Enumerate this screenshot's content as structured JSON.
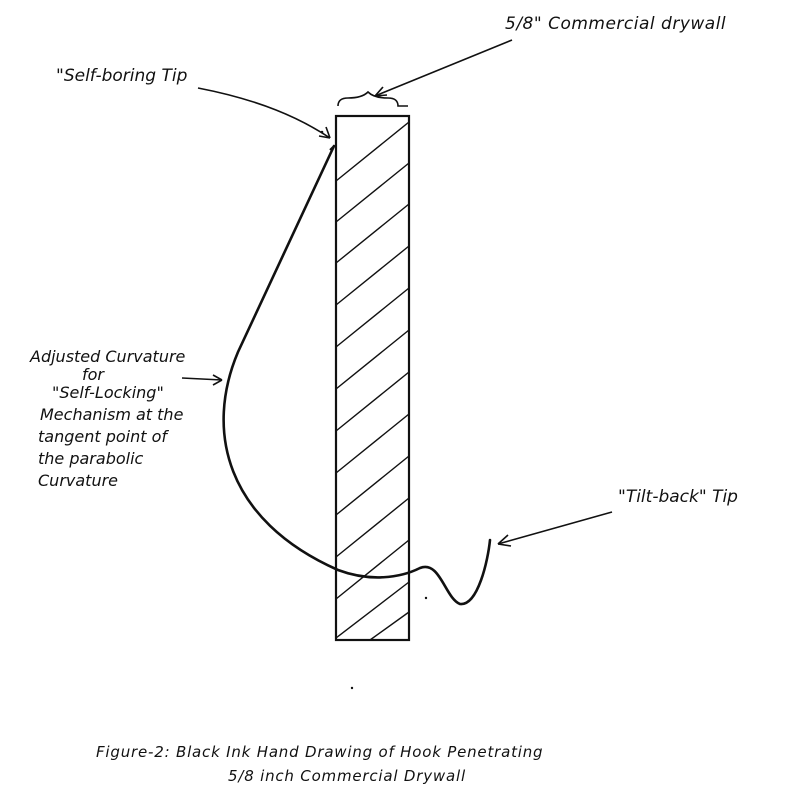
{
  "labels": {
    "drywall": "5/8\" Commercial drywall",
    "self_boring_tip": "\"Self-boring Tip",
    "tilt_back_tip": "\"Tilt-back\" Tip",
    "curvature_lines": [
      "Adjusted Curvature",
      "for",
      "\"Self-Locking\"",
      "Mechanism at the",
      "tangent point of",
      "the parabolic",
      "Curvature"
    ]
  },
  "caption": {
    "line1": "Figure-2: Black Ink Hand Drawing of Hook Penetrating",
    "line2": "5/8 inch Commercial Drywall"
  },
  "colors": {
    "ink": "#111111",
    "paper": "#ffffff"
  }
}
